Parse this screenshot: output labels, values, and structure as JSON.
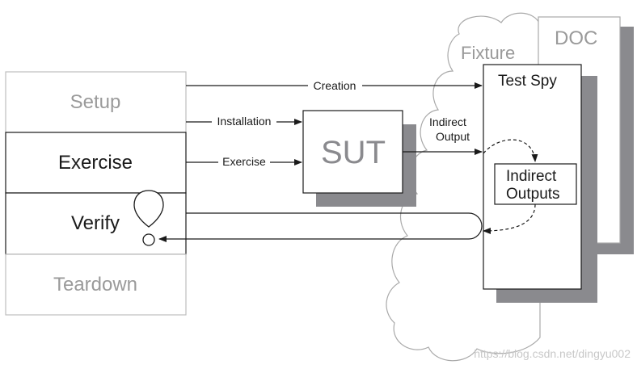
{
  "phases": {
    "setup": "Setup",
    "exercise": "Exercise",
    "verify": "Verify",
    "teardown": "Teardown"
  },
  "boxes": {
    "fixture": "Fixture",
    "doc": "DOC",
    "test_spy": "Test Spy",
    "sut": "SUT",
    "indirect_outputs_line1": "Indirect",
    "indirect_outputs_line2": "Outputs"
  },
  "arrows": {
    "creation": "Creation",
    "installation": "Installation",
    "exercise": "Exercise",
    "indirect_output_line1": "Indirect",
    "indirect_output_line2": "Output"
  },
  "watermark": "https://blog.csdn.net/dingyu002",
  "colors": {
    "shadow": "#8a8a8e",
    "faded_text": "#9a9a9a",
    "line": "#1a1a1a",
    "cloud": "#a9a9a9"
  }
}
